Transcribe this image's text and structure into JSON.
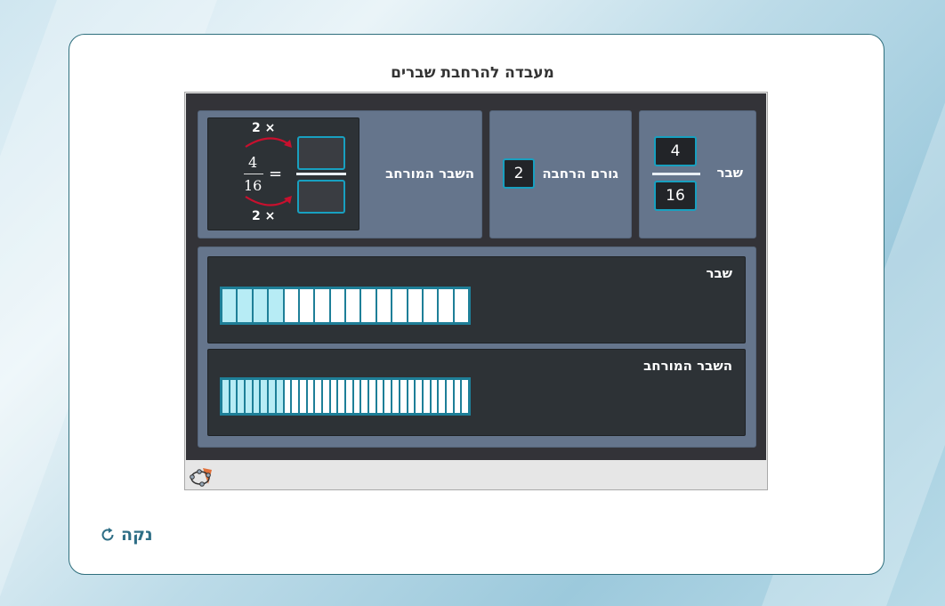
{
  "title": "מעבדה להרחבת שברים",
  "original": {
    "label": "שבר",
    "numerator": "4",
    "denominator": "16"
  },
  "factor": {
    "label": "גורם הרחבה",
    "value": "2"
  },
  "expanded": {
    "label": "השבר המורחב",
    "top_multiplier": "× 2",
    "bottom_multiplier": "× 2",
    "equation_numerator": "4",
    "equation_denominator": "16",
    "equals": "=",
    "result_numerator": "",
    "result_denominator": ""
  },
  "bars": {
    "original_label": "שבר",
    "original_total": 16,
    "original_filled": 4,
    "expanded_label": "השבר המורחב",
    "expanded_total": 32,
    "expanded_filled": 8
  },
  "reset_label": "נקה",
  "colors": {
    "accent": "#18a0c0",
    "bar_fill": "#b7ecf5",
    "panel": "#65758c",
    "arrow": "#c8102e"
  }
}
